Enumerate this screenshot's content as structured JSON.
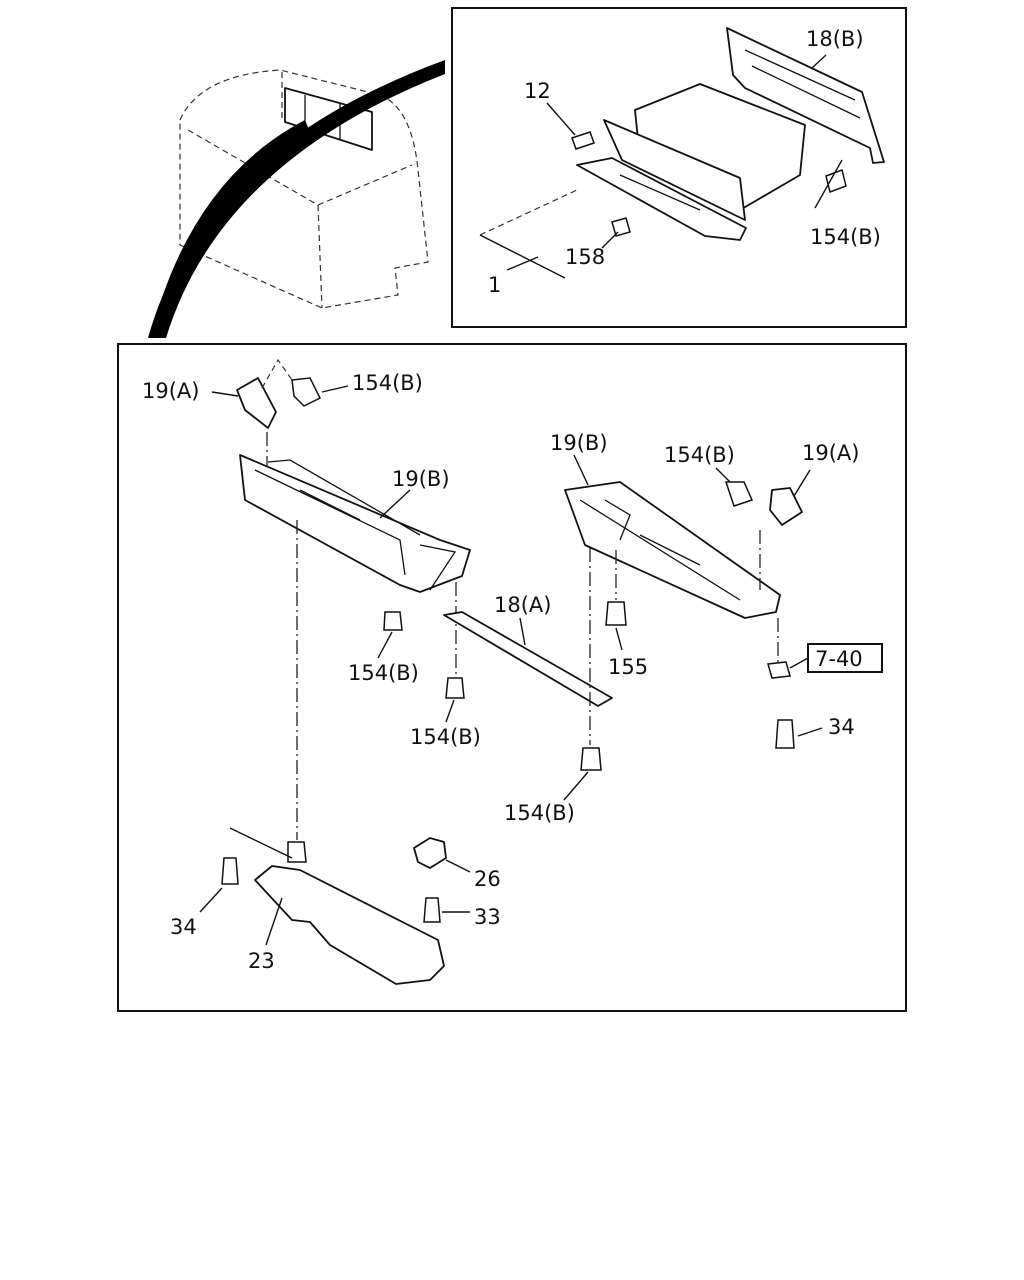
{
  "top_inset": {
    "labels": {
      "p1": "1",
      "p12": "12",
      "p18b": "18(B)",
      "p154b": "154(B)",
      "p158": "158"
    }
  },
  "main_panel": {
    "labels": {
      "p19a_left": "19(A)",
      "p154b_left_top": "154(B)",
      "p19b_left": "19(B)",
      "p19b_right": "19(B)",
      "p154b_right_top": "154(B)",
      "p19a_right": "19(A)",
      "p18a": "18(A)",
      "p154b_mid1": "154(B)",
      "p154b_mid2": "154(B)",
      "p155": "155",
      "p154b_bottom": "154(B)",
      "ref_7_40": "7-40",
      "p34_right": "34",
      "p26": "26",
      "p34_left": "34",
      "p33": "33",
      "p23": "23"
    }
  }
}
